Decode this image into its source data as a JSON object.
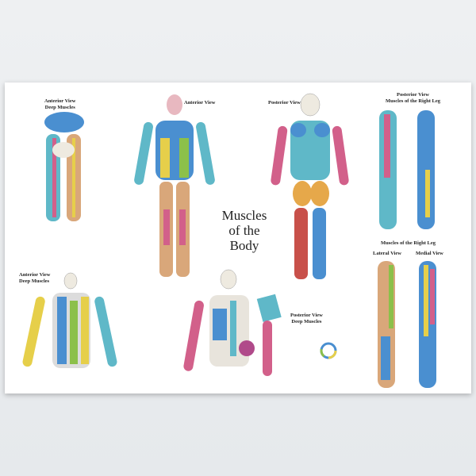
{
  "poster": {
    "title": [
      "Muscles",
      "of the",
      "Body"
    ],
    "sections": {
      "anterior_deep_legs": [
        "Anterior View",
        "Deep Muscles"
      ],
      "anterior": "Anterior View",
      "posterior": "Posterior View",
      "posterior_leg": [
        "Posterior View",
        "Muscles of the Right Leg"
      ],
      "anterior_deep_torso": [
        "Anterior View",
        "Deep Muscles"
      ],
      "posterior_deep": [
        "Posterior View",
        "Deep Muscles"
      ],
      "right_leg": "Muscles of the Right Leg",
      "lateral": "Lateral View",
      "medial": "Medial View"
    },
    "colors": {
      "blue": "#4a8fd0",
      "teal": "#5fb8c8",
      "pink": "#d2608a",
      "green": "#8cc04a",
      "yellow": "#e6cf4a",
      "tan": "#d9a77a",
      "red": "#c8504a",
      "bone": "#eeeae0"
    }
  }
}
